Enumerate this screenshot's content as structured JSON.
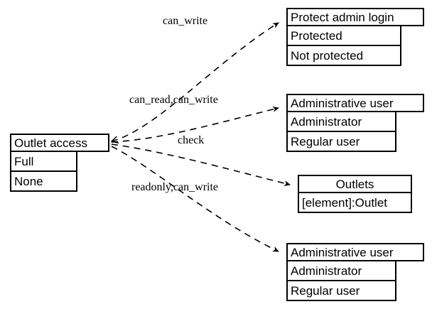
{
  "diagram": {
    "type": "uml-class-relationship-diagram",
    "background_color": "#ffffff",
    "line_color": "#000000",
    "text_color": "#000000",
    "edge_style": "dashed-with-arrowhead",
    "source_node": {
      "id": "outlet-access",
      "title": "Outlet access",
      "title_align": "left",
      "rows": [
        {
          "label": "Full",
          "align": "left"
        },
        {
          "label": "None",
          "align": "left"
        }
      ]
    },
    "target_nodes": [
      {
        "id": "protect-admin-login",
        "title": "Protect admin login",
        "title_align": "left",
        "rows": [
          {
            "label": "Protected",
            "align": "left"
          },
          {
            "label": "Not protected",
            "align": "left"
          }
        ]
      },
      {
        "id": "administrative-user-top",
        "title": "Administrative user",
        "title_align": "left",
        "rows": [
          {
            "label": "Administrator",
            "align": "left"
          },
          {
            "label": "Regular user",
            "align": "left"
          }
        ]
      },
      {
        "id": "outlets",
        "title": "Outlets",
        "title_align": "center",
        "rows": [
          {
            "label": "[element]:Outlet",
            "align": "left"
          }
        ]
      },
      {
        "id": "administrative-user-bottom",
        "title": "Administrative user",
        "title_align": "left",
        "rows": [
          {
            "label": "Administrator",
            "align": "left"
          },
          {
            "label": "Regular user",
            "align": "left"
          }
        ]
      }
    ],
    "edges": [
      {
        "id": "edge-can-write",
        "label": "can_write",
        "from": "outlet-access",
        "to": "protect-admin-login"
      },
      {
        "id": "edge-can-read-can-write",
        "label": "can_read,can_write",
        "from": "outlet-access",
        "to": "administrative-user-top"
      },
      {
        "id": "edge-check",
        "label": "check",
        "from": "outlet-access",
        "to": "outlets"
      },
      {
        "id": "edge-readonly-can-write",
        "label": "readonly,can_write",
        "from": "outlet-access",
        "to": "administrative-user-bottom"
      }
    ]
  }
}
